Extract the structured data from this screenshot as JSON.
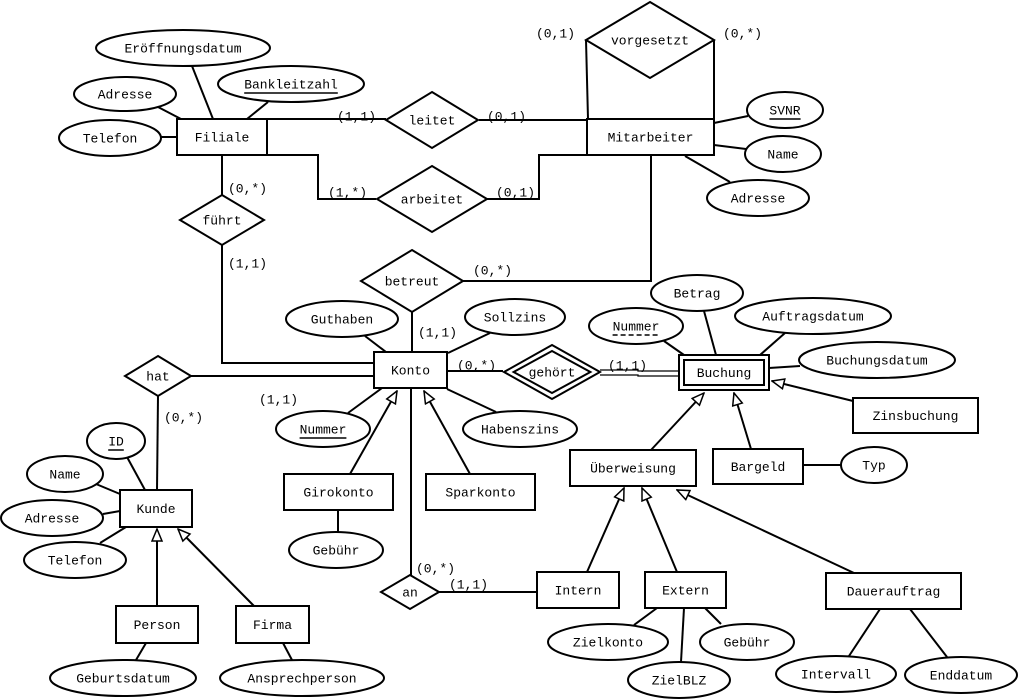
{
  "diagram": {
    "entities": [
      {
        "id": "filiale",
        "label": "Filiale"
      },
      {
        "id": "mitarbeiter",
        "label": "Mitarbeiter"
      },
      {
        "id": "konto",
        "label": "Konto"
      },
      {
        "id": "buchung",
        "label": "Buchung",
        "weak": true
      },
      {
        "id": "zinsbuchung",
        "label": "Zinsbuchung"
      },
      {
        "id": "ueberweisung",
        "label": "Überweisung"
      },
      {
        "id": "bargeld",
        "label": "Bargeld"
      },
      {
        "id": "girokonto",
        "label": "Girokonto"
      },
      {
        "id": "sparkonto",
        "label": "Sparkonto"
      },
      {
        "id": "kunde",
        "label": "Kunde"
      },
      {
        "id": "person",
        "label": "Person"
      },
      {
        "id": "firma",
        "label": "Firma"
      },
      {
        "id": "intern",
        "label": "Intern"
      },
      {
        "id": "extern",
        "label": "Extern"
      },
      {
        "id": "dauerauftrag",
        "label": "Dauerauftrag"
      }
    ],
    "relationships": [
      {
        "id": "leitet",
        "label": "leitet"
      },
      {
        "id": "arbeitet",
        "label": "arbeitet"
      },
      {
        "id": "vorgesetzt",
        "label": "vorgesetzt"
      },
      {
        "id": "fuehrt",
        "label": "führt"
      },
      {
        "id": "betreut",
        "label": "betreut"
      },
      {
        "id": "hat",
        "label": "hat"
      },
      {
        "id": "gehoert",
        "label": "gehört",
        "identifying": true
      },
      {
        "id": "an",
        "label": "an"
      }
    ],
    "attributes": [
      {
        "id": "eroeffnungsdatum",
        "label": "Eröffnungsdatum",
        "of": "filiale",
        "key": "none"
      },
      {
        "id": "bankleitzahl",
        "label": "Bankleitzahl",
        "of": "filiale",
        "key": "primary"
      },
      {
        "id": "filiale-adresse",
        "label": "Adresse",
        "of": "filiale",
        "key": "none"
      },
      {
        "id": "filiale-telefon",
        "label": "Telefon",
        "of": "filiale",
        "key": "none"
      },
      {
        "id": "svnr",
        "label": "SVNR",
        "of": "mitarbeiter",
        "key": "primary"
      },
      {
        "id": "mitarbeiter-name",
        "label": "Name",
        "of": "mitarbeiter",
        "key": "none"
      },
      {
        "id": "mitarbeiter-adresse",
        "label": "Adresse",
        "of": "mitarbeiter",
        "key": "none"
      },
      {
        "id": "guthaben",
        "label": "Guthaben",
        "of": "konto",
        "key": "none"
      },
      {
        "id": "sollzins",
        "label": "Sollzins",
        "of": "konto",
        "key": "none"
      },
      {
        "id": "betrag",
        "label": "Betrag",
        "of": "buchung",
        "key": "none"
      },
      {
        "id": "buchung-nummer",
        "label": "Nummer",
        "of": "buchung",
        "key": "partial"
      },
      {
        "id": "auftragsdatum",
        "label": "Auftragsdatum",
        "of": "buchung",
        "key": "none"
      },
      {
        "id": "buchungsdatum",
        "label": "Buchungsdatum",
        "of": "buchung",
        "key": "none"
      },
      {
        "id": "konto-nummer",
        "label": "Nummer",
        "of": "konto",
        "key": "primary"
      },
      {
        "id": "habenszins",
        "label": "Habenszins",
        "of": "konto",
        "key": "none"
      },
      {
        "id": "kunde-id",
        "label": "ID",
        "of": "kunde",
        "key": "primary"
      },
      {
        "id": "kunde-name",
        "label": "Name",
        "of": "kunde",
        "key": "none"
      },
      {
        "id": "kunde-adresse",
        "label": "Adresse",
        "of": "kunde",
        "key": "none"
      },
      {
        "id": "kunde-telefon",
        "label": "Telefon",
        "of": "kunde",
        "key": "none"
      },
      {
        "id": "giro-gebuehr",
        "label": "Gebühr",
        "of": "girokonto",
        "key": "none"
      },
      {
        "id": "typ",
        "label": "Typ",
        "of": "bargeld",
        "key": "none"
      },
      {
        "id": "zielkonto",
        "label": "Zielkonto",
        "of": "extern",
        "key": "none"
      },
      {
        "id": "zielblz",
        "label": "ZielBLZ",
        "of": "extern",
        "key": "none"
      },
      {
        "id": "extern-gebuehr",
        "label": "Gebühr",
        "of": "extern",
        "key": "none"
      },
      {
        "id": "intervall",
        "label": "Intervall",
        "of": "dauerauftrag",
        "key": "none"
      },
      {
        "id": "enddatum",
        "label": "Enddatum",
        "of": "dauerauftrag",
        "key": "none"
      },
      {
        "id": "geburtsdatum",
        "label": "Geburtsdatum",
        "of": "person",
        "key": "none"
      },
      {
        "id": "ansprechperson",
        "label": "Ansprechperson",
        "of": "firma",
        "key": "none"
      }
    ],
    "cardinalities": [
      {
        "rel": "leitet",
        "side": "filiale",
        "label": "(1,1)"
      },
      {
        "rel": "leitet",
        "side": "mitarbeiter",
        "label": "(0,1)"
      },
      {
        "rel": "fuehrt",
        "side": "filiale",
        "label": "(0,*)"
      },
      {
        "rel": "arbeitet",
        "side": "filiale",
        "label": "(1,*)"
      },
      {
        "rel": "arbeitet",
        "side": "mitarbeiter",
        "label": "(0,1)"
      },
      {
        "rel": "vorgesetzt",
        "side": "left",
        "label": "(0,1)"
      },
      {
        "rel": "vorgesetzt",
        "side": "right",
        "label": "(0,*)"
      },
      {
        "rel": "fuehrt",
        "side": "konto",
        "label": "(1,1)"
      },
      {
        "rel": "betreut",
        "side": "mitarbeiter",
        "label": "(0,*)"
      },
      {
        "rel": "betreut",
        "side": "konto",
        "label": "(1,1)"
      },
      {
        "rel": "gehoert",
        "side": "konto",
        "label": "(0,*)"
      },
      {
        "rel": "gehoert",
        "side": "buchung",
        "label": "(1,1)"
      },
      {
        "rel": "hat",
        "side": "konto",
        "label": "(1,1)"
      },
      {
        "rel": "hat",
        "side": "kunde",
        "label": "(0,*)"
      },
      {
        "rel": "an",
        "side": "konto",
        "label": "(0,*)"
      },
      {
        "rel": "an",
        "side": "intern",
        "label": "(1,1)"
      }
    ],
    "generalizations": [
      {
        "sub": "girokonto",
        "super": "konto"
      },
      {
        "sub": "sparkonto",
        "super": "konto"
      },
      {
        "sub": "person",
        "super": "kunde"
      },
      {
        "sub": "firma",
        "super": "kunde"
      },
      {
        "sub": "ueberweisung",
        "super": "buchung"
      },
      {
        "sub": "bargeld",
        "super": "buchung"
      },
      {
        "sub": "zinsbuchung",
        "super": "buchung"
      },
      {
        "sub": "intern",
        "super": "ueberweisung"
      },
      {
        "sub": "extern",
        "super": "ueberweisung"
      },
      {
        "sub": "dauerauftrag",
        "super": "ueberweisung"
      }
    ]
  }
}
